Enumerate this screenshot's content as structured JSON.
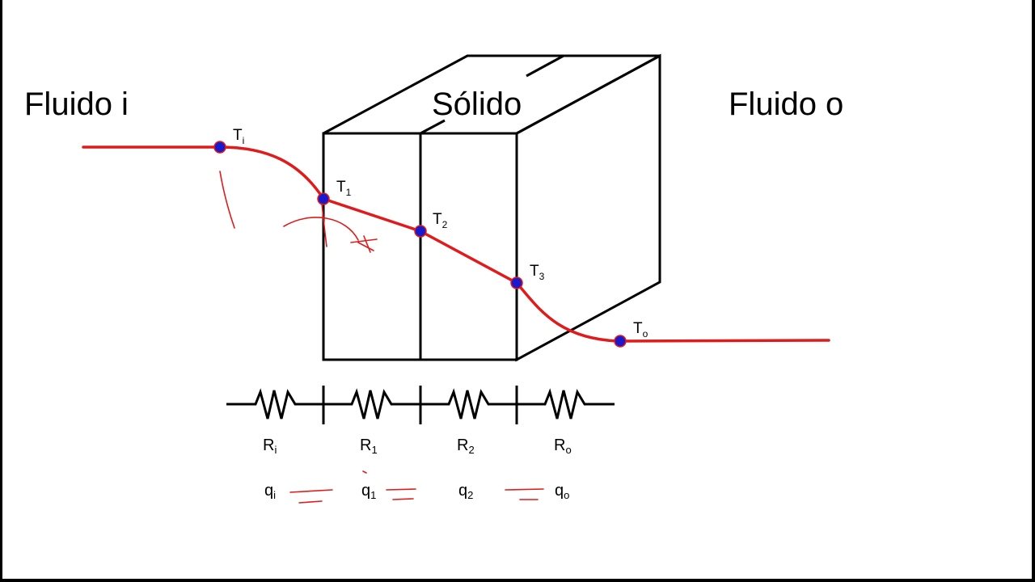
{
  "labels": {
    "fluid_in": "Fluido i",
    "solid": "Sólido",
    "fluid_out": "Fluido o"
  },
  "temperatures": [
    {
      "base": "T",
      "sub": "i"
    },
    {
      "base": "T",
      "sub": "1"
    },
    {
      "base": "T",
      "sub": "2"
    },
    {
      "base": "T",
      "sub": "3"
    },
    {
      "base": "T",
      "sub": "o"
    }
  ],
  "resistances": [
    {
      "base": "R",
      "sub": "i"
    },
    {
      "base": "R",
      "sub": "1"
    },
    {
      "base": "R",
      "sub": "2"
    },
    {
      "base": "R",
      "sub": "o"
    }
  ],
  "heat_flows": [
    {
      "base": "q",
      "sub": "i"
    },
    {
      "base": "q",
      "sub": "1"
    },
    {
      "base": "q",
      "sub": "2"
    },
    {
      "base": "q",
      "sub": "o"
    }
  ],
  "colors": {
    "profile": "#e01b1b",
    "node": "#1a1acc",
    "ink": "#000000",
    "annotation": "#e01b1b"
  }
}
